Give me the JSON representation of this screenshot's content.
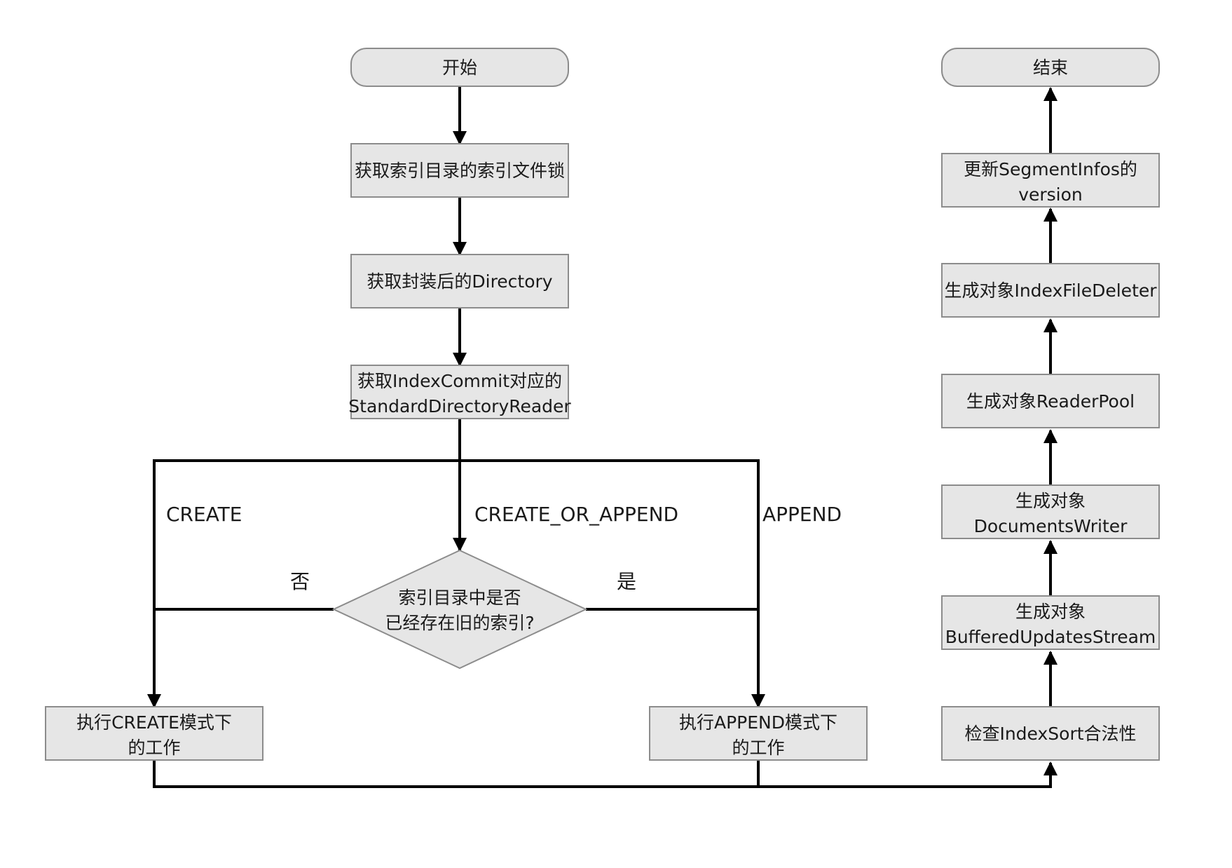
{
  "nodes": {
    "start": "开始",
    "lock": "获取索引目录的索引文件锁",
    "dir": "获取封装后的Directory",
    "reader": [
      "获取IndexCommit对应的",
      "StandardDirectoryReader"
    ],
    "decision": [
      "索引目录中是否",
      "已经存在旧的索引?"
    ],
    "create_work": [
      "执行CREATE模式下",
      "的工作"
    ],
    "append_work": [
      "执行APPEND模式下",
      "的工作"
    ],
    "check_sort": "检查IndexSort合法性",
    "buffered": [
      "生成对象",
      "BufferedUpdatesStream"
    ],
    "docs_writer": [
      "生成对象",
      "DocumentsWriter"
    ],
    "reader_pool": "生成对象ReaderPool",
    "deleter": "生成对象IndexFileDeleter",
    "segment_infos": [
      "更新SegmentInfos的",
      "version"
    ],
    "end": "结束"
  },
  "edge_labels": {
    "create": "CREATE",
    "create_or_append": "CREATE_OR_APPEND",
    "append": "APPEND",
    "no": "否",
    "yes": "是"
  },
  "colors": {
    "node_fill": "#e6e6e6",
    "node_stroke": "#8c8c8c",
    "edge": "#000000"
  }
}
